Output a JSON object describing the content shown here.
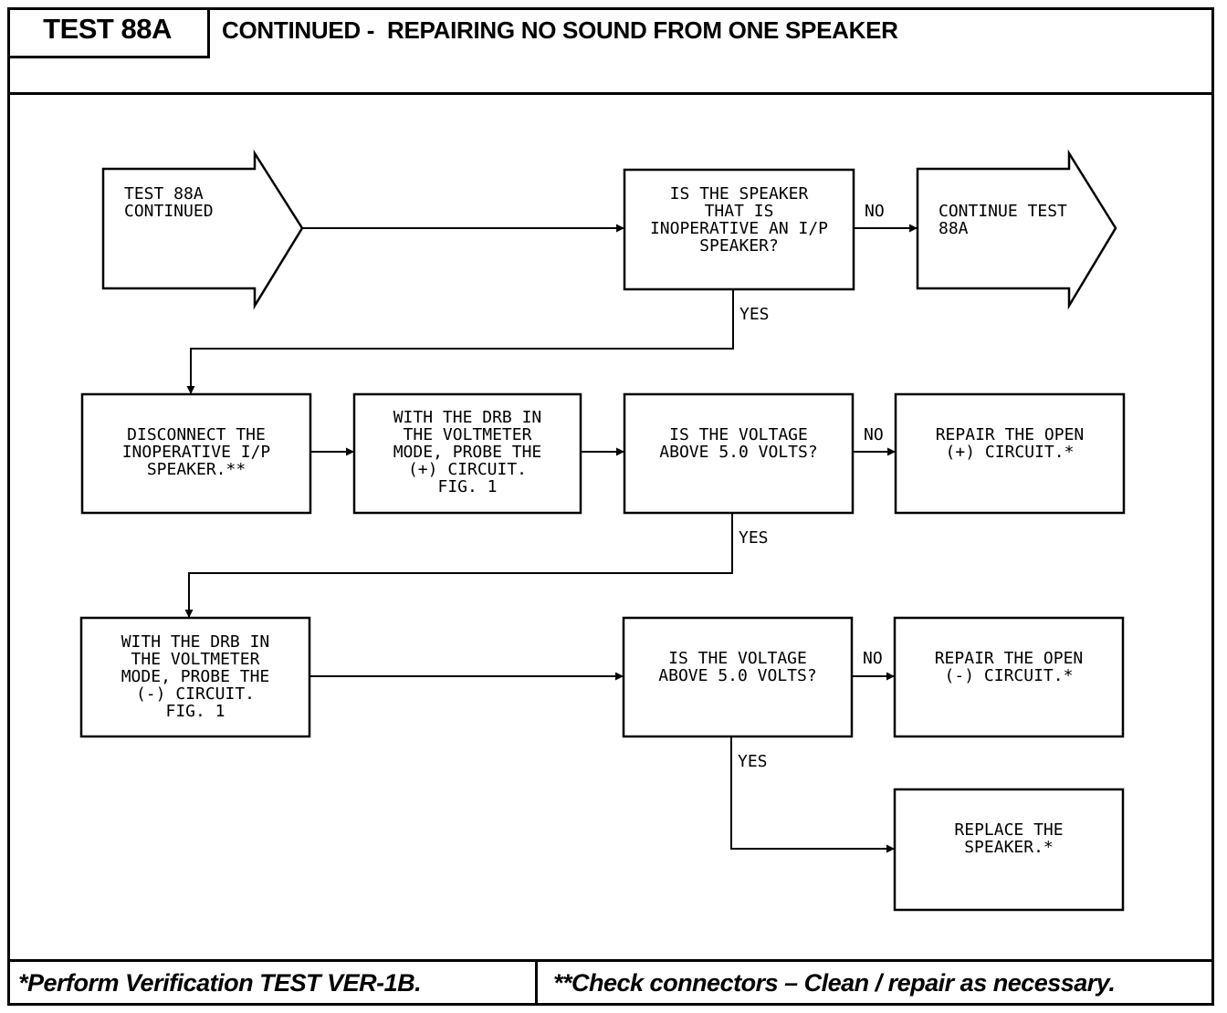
{
  "header": {
    "test_label": "TEST 88A",
    "title": "CONTINUED -  REPAIRING NO SOUND FROM ONE SPEAKER"
  },
  "flowchart": {
    "start": "TEST 88A\nCONTINUED",
    "q1": "IS THE SPEAKER\nTHAT IS\nINOPERATIVE AN I/P\nSPEAKER?",
    "continue": "CONTINUE TEST\n88A",
    "disconnect": "DISCONNECT THE\nINOPERATIVE I/P\nSPEAKER.**",
    "probe_plus": "WITH THE DRB IN\nTHE VOLTMETER\nMODE, PROBE THE\n(+) CIRCUIT.\nFIG. 1",
    "q2": "IS THE VOLTAGE\nABOVE 5.0 VOLTS?",
    "repair_plus": "REPAIR THE OPEN\n(+) CIRCUIT.*",
    "probe_minus": "WITH THE DRB IN\nTHE VOLTMETER\nMODE, PROBE THE\n(-) CIRCUIT.\nFIG. 1",
    "q3": "IS THE VOLTAGE\nABOVE 5.0 VOLTS?",
    "repair_minus": "REPAIR THE OPEN\n(-) CIRCUIT.*",
    "replace": "REPLACE THE\nSPEAKER.*",
    "no": "NO",
    "yes": "YES"
  },
  "footer": {
    "left": "*Perform Verification TEST VER-1B.",
    "right": "**Check connectors – Clean / repair as necessary."
  }
}
